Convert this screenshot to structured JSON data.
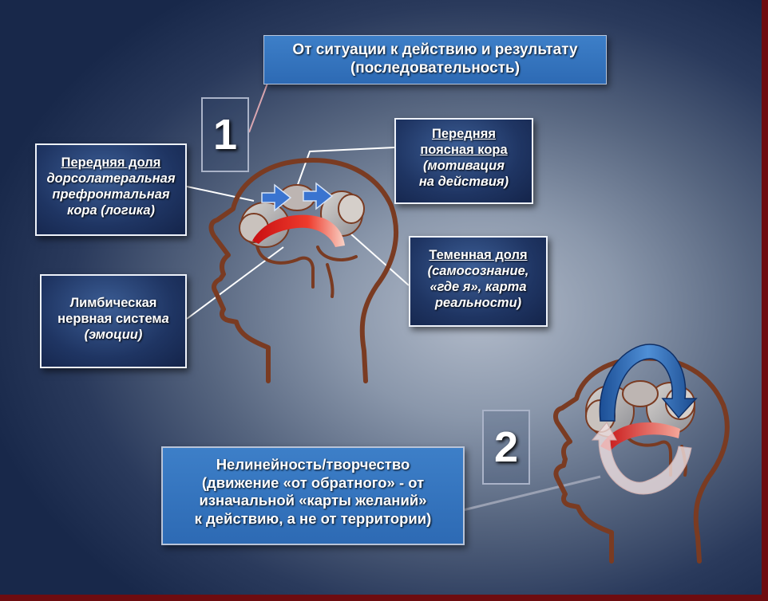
{
  "sequence_box": {
    "line1": "От ситуации к действию и результату",
    "line2": "(последовательность)"
  },
  "label_1": "1",
  "label_2": "2",
  "frontal_lobe": {
    "title": "Передняя доля",
    "desc": [
      "дорсолатеральная",
      "префронтальная",
      "кора (логика)"
    ]
  },
  "cingulate": {
    "title_lines": [
      "Передняя",
      "поясная кора"
    ],
    "desc": [
      "(мотивация",
      "на действия)"
    ]
  },
  "parietal": {
    "title": "Теменная доля",
    "desc": [
      "(самосознание,",
      "«где я», карта",
      "реальности)"
    ]
  },
  "limbic": {
    "title_lines": [
      "Лимбическая",
      "нервная систем"
    ],
    "title_suffix": "а",
    "desc": "(эмоции)"
  },
  "nonlinear_box": {
    "lines": [
      "Нелинейность/творчество",
      "(движение «от обратного» -  от",
      "изначальной «карты желаний»",
      "к действию, а не от территории)"
    ]
  },
  "colors": {
    "head_outline": "#7a3b22",
    "accent_red": "#e11d1d",
    "arrow_blue": "#3a74d0",
    "frame": "#6e0c10"
  }
}
